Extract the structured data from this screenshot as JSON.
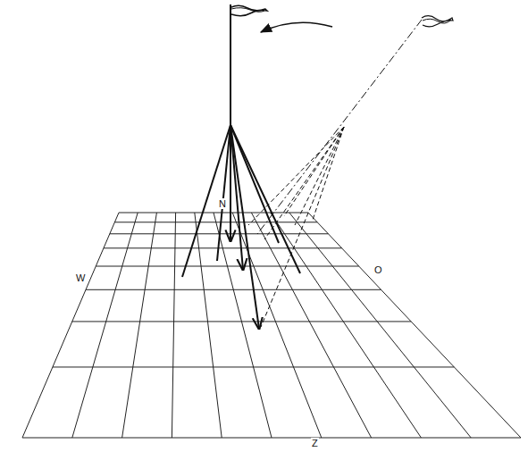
{
  "diagram": {
    "labels": [
      "N",
      "W",
      "O",
      "Z"
    ]
  }
}
